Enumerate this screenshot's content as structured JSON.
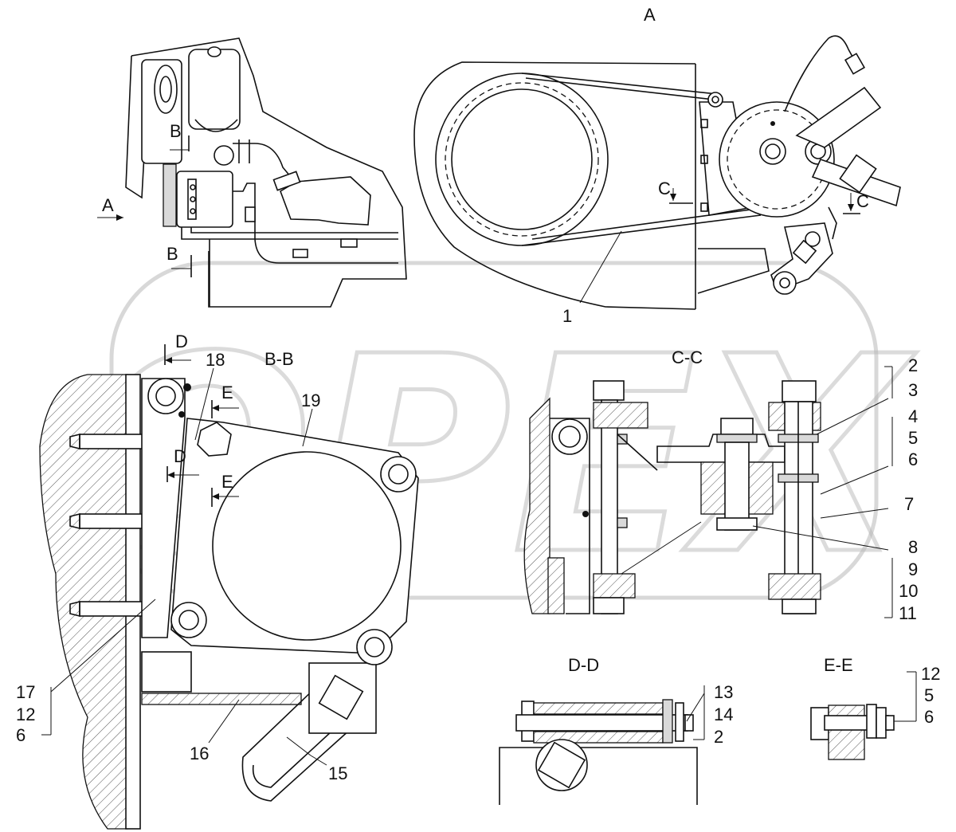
{
  "views": {
    "view_a": "A",
    "section_bb": "B-B",
    "section_cc": "C-C",
    "section_dd": "D-D",
    "section_ee": "E-E"
  },
  "markers": {
    "a": "A",
    "b": "B",
    "c": "C",
    "d": "D",
    "e": "E"
  },
  "callouts": {
    "p1": "1",
    "p2": "2",
    "p3": "3",
    "p4": "4",
    "p5": "5",
    "p6": "6",
    "p7": "7",
    "p8": "8",
    "p9": "9",
    "p10": "10",
    "p11": "11",
    "p12": "12",
    "p13": "13",
    "p14": "14",
    "p15": "15",
    "p16": "16",
    "p17": "17",
    "p18": "18",
    "p19": "19"
  },
  "watermark": "OPEX"
}
